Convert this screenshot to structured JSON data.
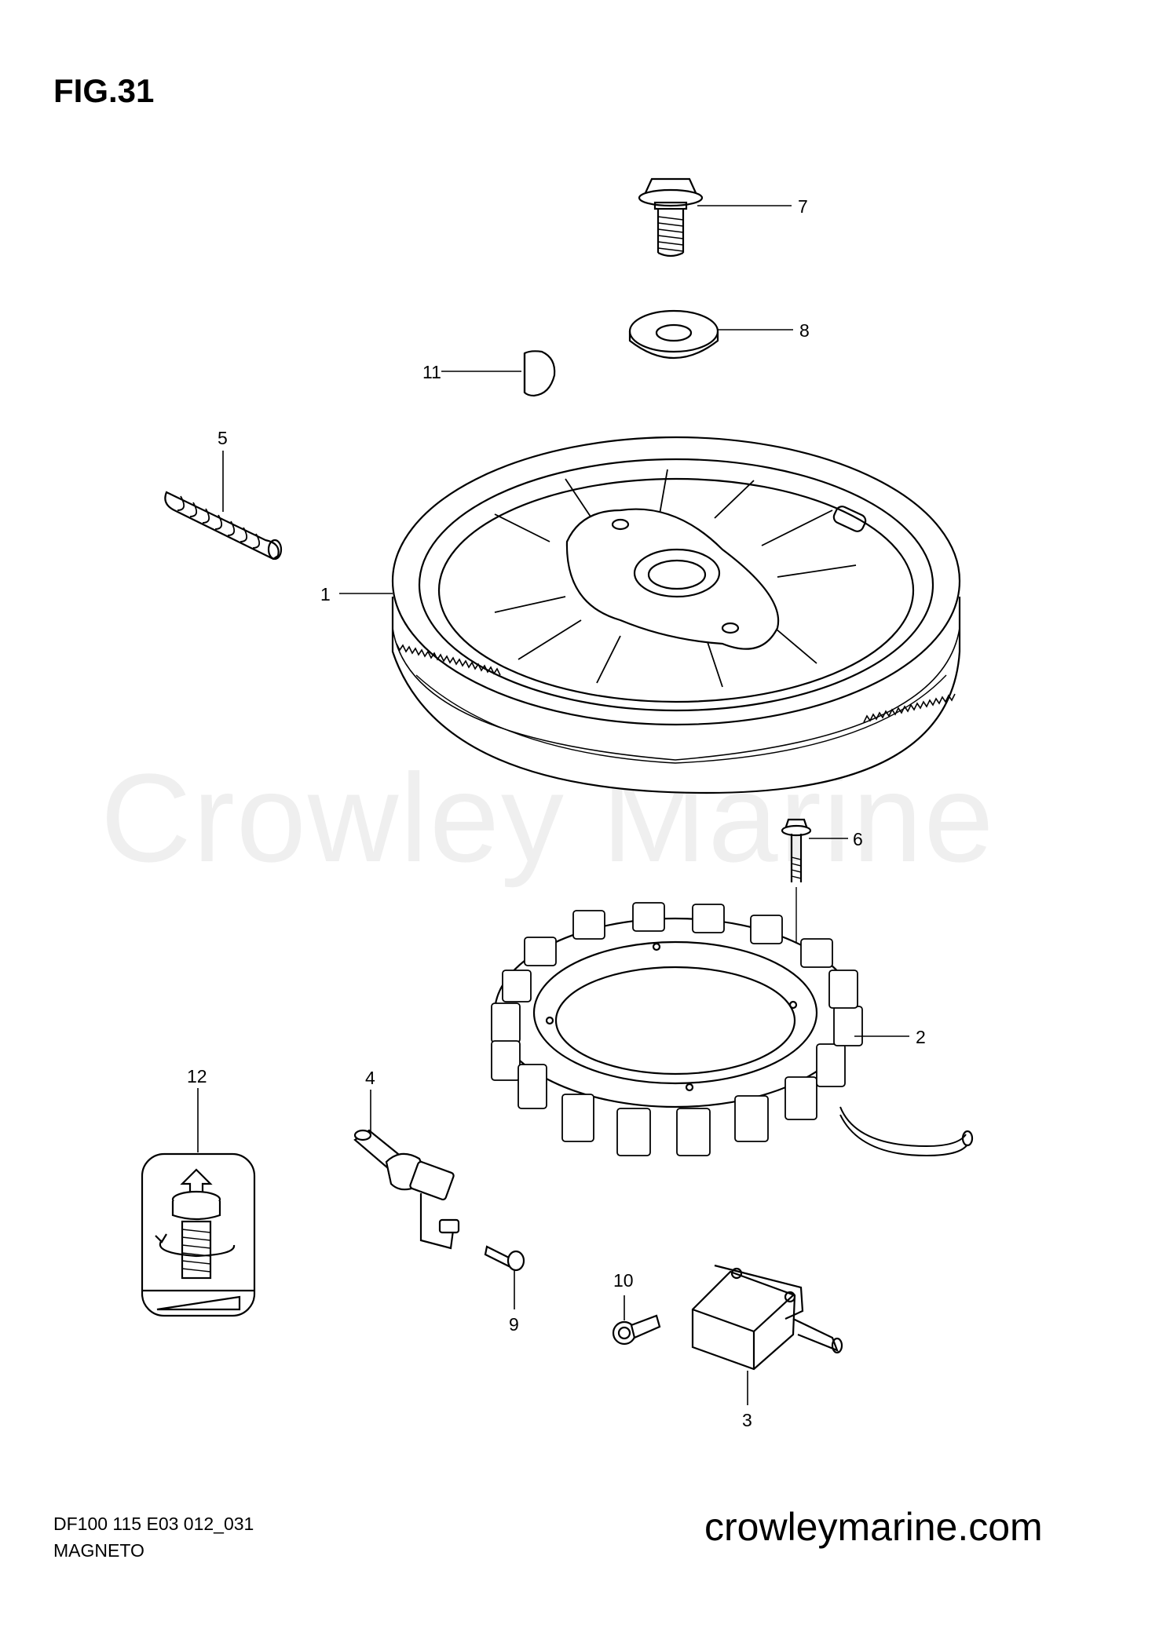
{
  "figure": {
    "title": "FIG.31"
  },
  "watermark": {
    "text": "Crowley Marine"
  },
  "callouts": {
    "p1": "1",
    "p2": "2",
    "p3": "3",
    "p4": "4",
    "p5": "5",
    "p6": "6",
    "p7": "7",
    "p8": "8",
    "p9": "9",
    "p10": "10",
    "p11": "11",
    "p12": "12"
  },
  "footer": {
    "code": "DF100 115 E03 012_031",
    "name": "MAGNETO",
    "site": "crowleymarine.com"
  }
}
